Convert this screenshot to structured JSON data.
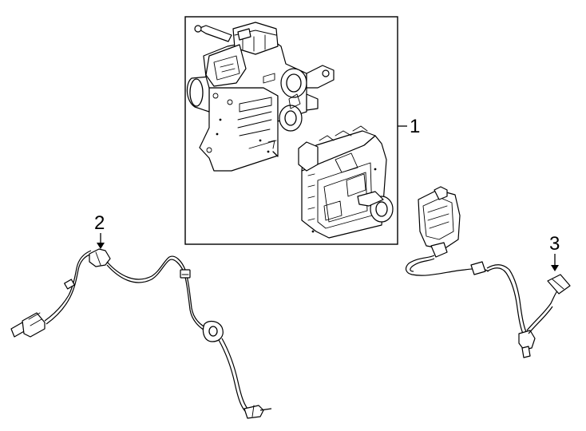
{
  "callouts": [
    {
      "label": "1"
    },
    {
      "label": "2"
    },
    {
      "label": "3"
    }
  ],
  "colors": {
    "line": "#000000",
    "background": "#ffffff"
  },
  "parts": [
    {
      "icon": "abs-hydraulic-unit-icon"
    },
    {
      "icon": "abs-control-module-icon"
    },
    {
      "icon": "front-wheel-speed-sensor-icon"
    },
    {
      "icon": "rear-wheel-speed-sensor-icon"
    }
  ]
}
